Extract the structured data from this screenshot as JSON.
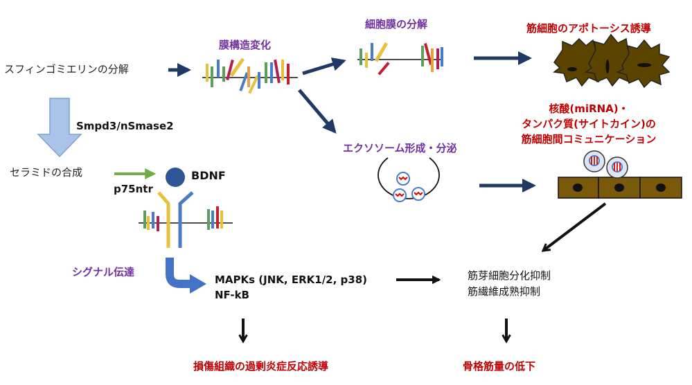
{
  "labels": {
    "sphingomyelin": "スフィンゴミエリンの分解",
    "membrane_change": "膜構造変化",
    "membrane_breakdown": "細胞膜の分解",
    "apoptosis": "筋細胞のアポトーシス誘導",
    "enzyme": "Smpd3/nSmase2",
    "ceramide": "セラミドの合成",
    "bdnf": "BDNF",
    "p75ntr": "p75ntr",
    "exosome": "エクソソーム形成・分泌",
    "communication_l1": "核酸(miRNA)・",
    "communication_l2": "タンパク質(サイトカイン)の",
    "communication_l3": "筋細胞間コミュニケーション",
    "signaling": "シグナル伝達",
    "mapks": "MAPKs (JNK, ERK1/2, p38)",
    "nfkb": "NF-kB",
    "inhibition_l1": "筋芽細胞分化抑制",
    "inhibition_l2": "筋繊維成熟抑制",
    "inflammation": "損傷組織の過剰炎症反応誘導",
    "muscle_loss": "骨格筋量の低下"
  },
  "colors": {
    "arrow_navy": "#1f3864",
    "enzyme_arrow": "#a9c4e8",
    "enzyme_arrow_border": "#7f9fcf",
    "green_arrow": "#70ad47",
    "signal_arrow": "#4472c4",
    "bdnf_ball": "#2f5597",
    "dead_cell": "#5a4400",
    "muscle_cell": "#7a5a0a",
    "receptor_yellow": "#e6c13a",
    "receptor_blue": "#4a7bc8",
    "mirna_red": "#e00000"
  }
}
